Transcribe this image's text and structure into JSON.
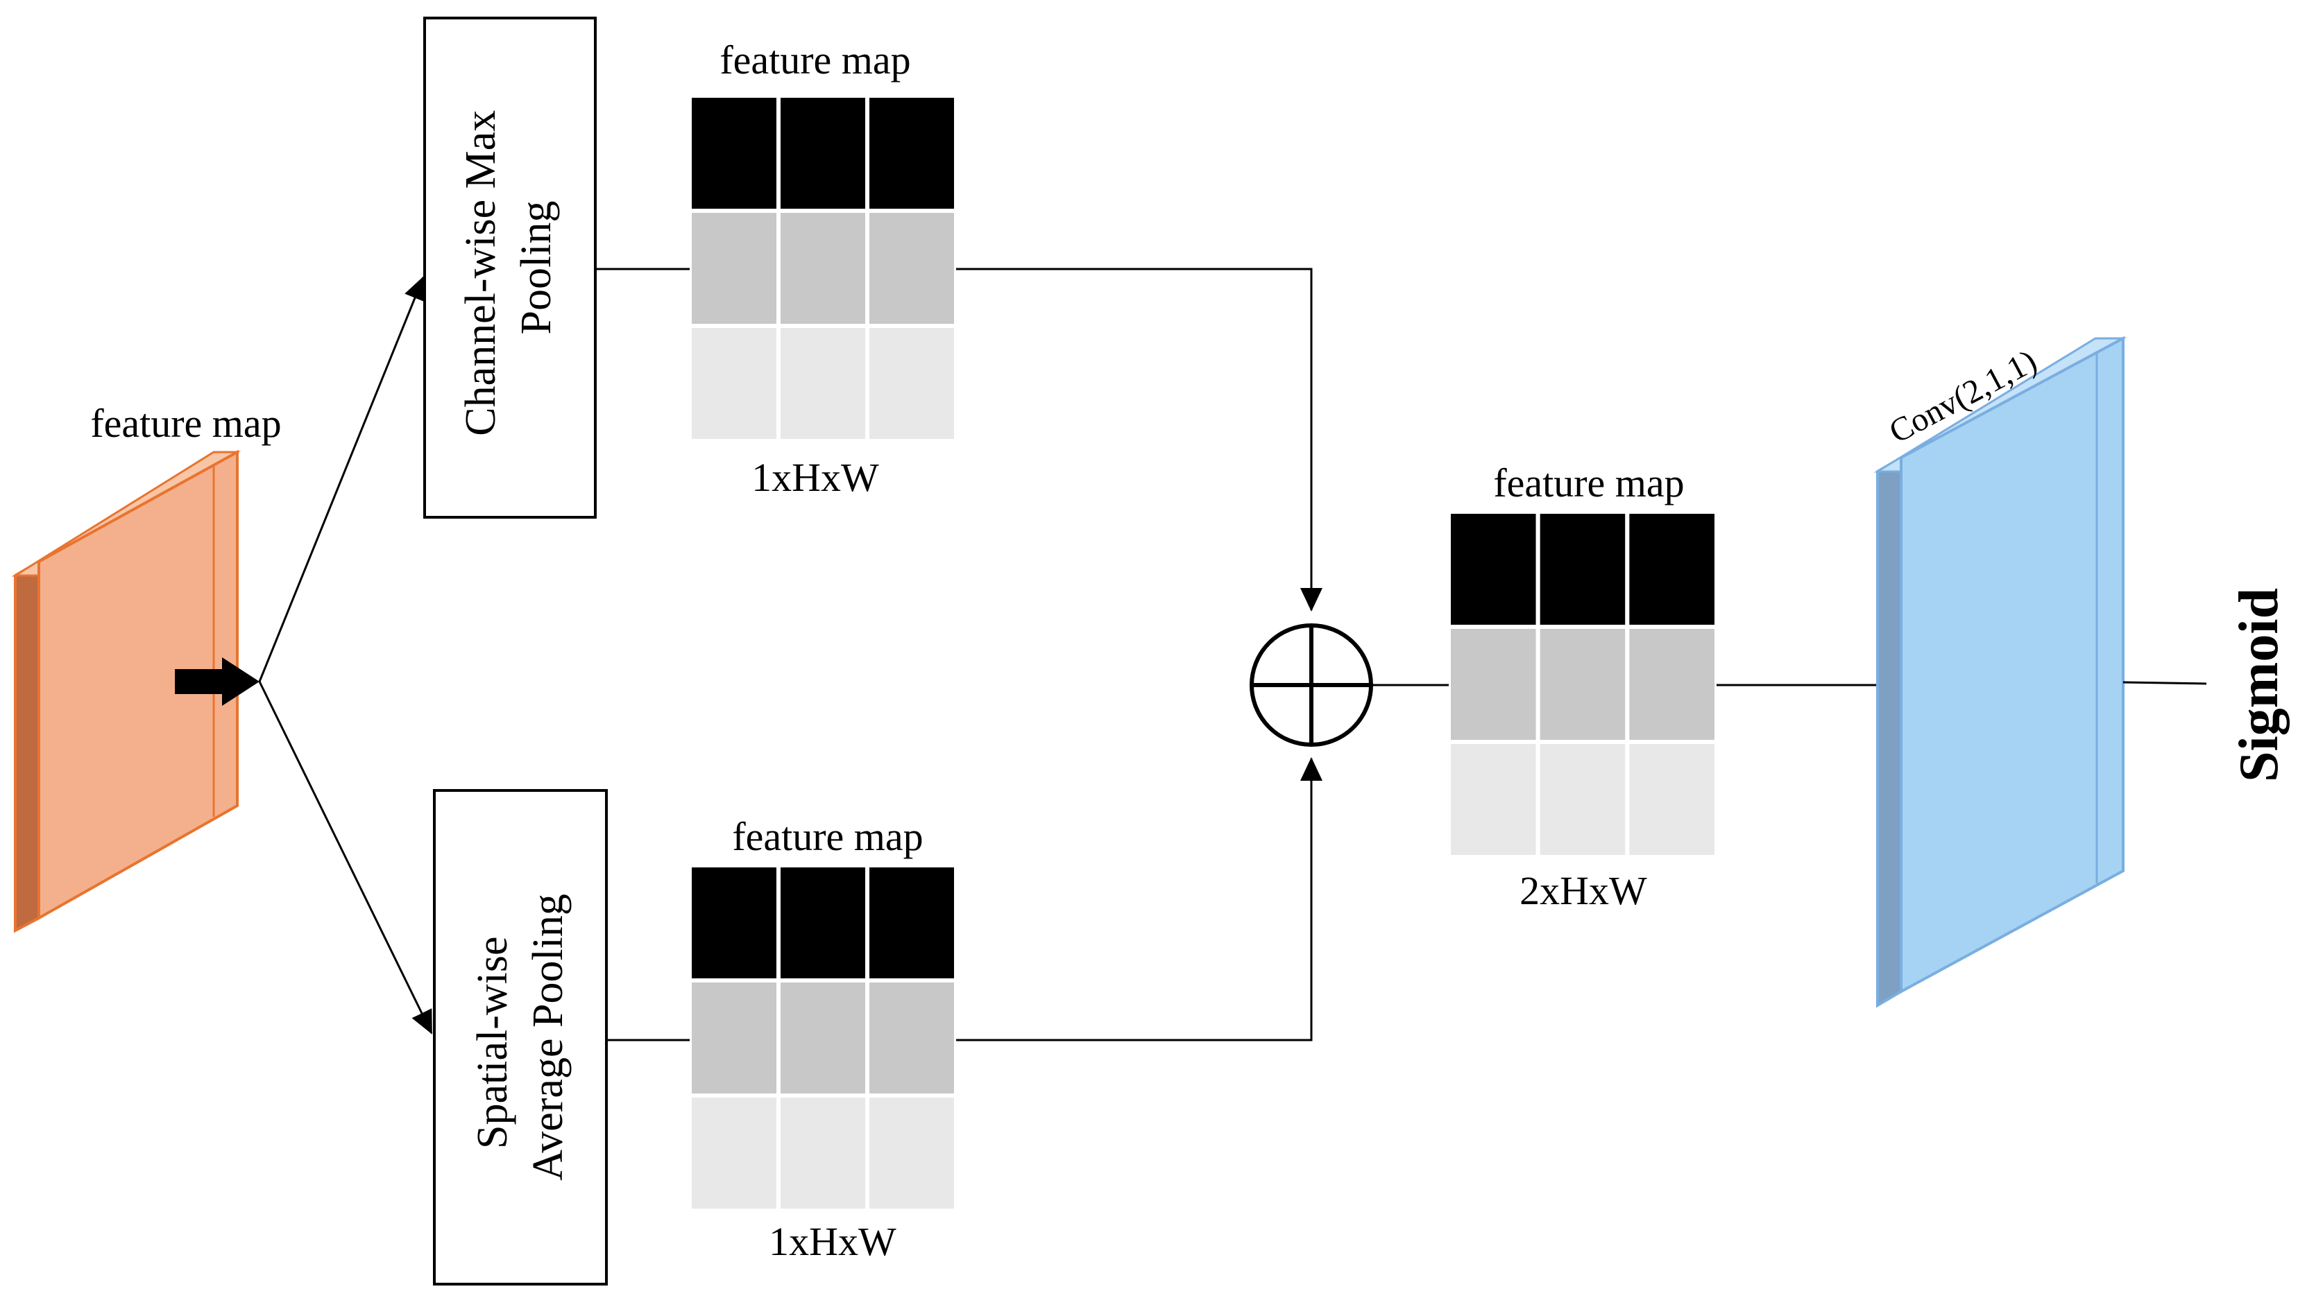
{
  "labels": {
    "input_feature_map": "feature map",
    "max_pool_feature_map": "feature map",
    "avg_pool_feature_map": "feature map",
    "concat_feature_map": "feature map",
    "max_pool_size": "1xHxW",
    "avg_pool_size": "1xHxW",
    "concat_size": "2xHxW",
    "conv": "Conv(2,1,1)",
    "sigmoid": "Sigmoid"
  },
  "boxes": {
    "max_pool": [
      "Channel-wise Max",
      "Pooling"
    ],
    "avg_pool": [
      "Spatial-wise",
      "Average Pooling"
    ]
  },
  "grid_rows": [
    "dark",
    "mid",
    "light"
  ],
  "colors": {
    "input_face": "#f4b08c",
    "input_side": "#c06a40",
    "input_edge": "#e8742f",
    "conv_face": "#a6d3f3",
    "conv_side": "#7ea0c2",
    "conv_edge": "#7aaee0",
    "grid_dark": "#000000",
    "grid_mid": "#c8c8c8",
    "grid_light": "#e8e8e8"
  },
  "icons": {
    "concat": "circle-plus-icon",
    "input_arrow": "thick-arrow-right-icon"
  }
}
